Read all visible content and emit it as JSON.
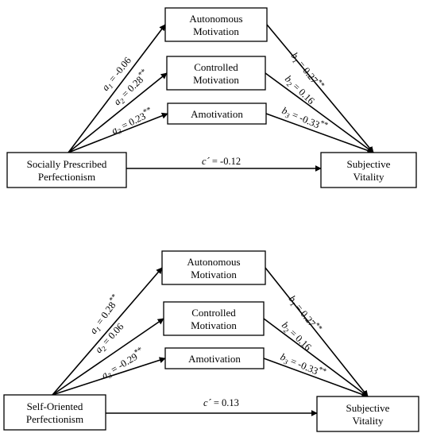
{
  "panels": [
    {
      "predictor": {
        "line1": "Socially Prescribed",
        "line2": "Perfectionism"
      },
      "mediators": [
        {
          "line1": "Autonomous",
          "line2": "Motivation"
        },
        {
          "line1": "Controlled",
          "line2": "Motivation"
        },
        {
          "line1": "Amotivation",
          "line2": ""
        }
      ],
      "outcome": {
        "line1": "Subjective",
        "line2": "Vitality"
      },
      "a_paths": [
        {
          "sym": "a",
          "sub": "1",
          "val": " = -0.06",
          "sig": ""
        },
        {
          "sym": "a",
          "sub": "2",
          "val": " = 0.28",
          "sig": "**"
        },
        {
          "sym": "a",
          "sub": "3",
          "val": " = 0.23",
          "sig": "**"
        }
      ],
      "b_paths": [
        {
          "sym": "b",
          "sub": "1",
          "val": " = 0.27",
          "sig": "**"
        },
        {
          "sym": "b",
          "sub": "2",
          "val": " = 0.16",
          "sig": ""
        },
        {
          "sym": "b",
          "sub": "3",
          "val": " = -0.33",
          "sig": "**"
        }
      ],
      "c_path": {
        "sym": "c",
        "prime": "´",
        "val": " = -0.12"
      }
    },
    {
      "predictor": {
        "line1": "Self-Oriented",
        "line2": "Perfectionism"
      },
      "mediators": [
        {
          "line1": "Autonomous",
          "line2": "Motivation"
        },
        {
          "line1": "Controlled",
          "line2": "Motivation"
        },
        {
          "line1": "Amotivation",
          "line2": ""
        }
      ],
      "outcome": {
        "line1": "Subjective",
        "line2": "Vitality"
      },
      "a_paths": [
        {
          "sym": "a",
          "sub": "1",
          "val": " = 0.28",
          "sig": "**"
        },
        {
          "sym": "a",
          "sub": "2",
          "val": " = 0.06",
          "sig": ""
        },
        {
          "sym": "a",
          "sub": "3",
          "val": " = -0.29",
          "sig": "**"
        }
      ],
      "b_paths": [
        {
          "sym": "b",
          "sub": "1",
          "val": " = 0.27",
          "sig": "**"
        },
        {
          "sym": "b",
          "sub": "2",
          "val": " = 0.16",
          "sig": ""
        },
        {
          "sym": "b",
          "sub": "3",
          "val": " = -0.33",
          "sig": "**"
        }
      ],
      "c_path": {
        "sym": "c",
        "prime": "´",
        "val": " = 0.13"
      }
    }
  ]
}
